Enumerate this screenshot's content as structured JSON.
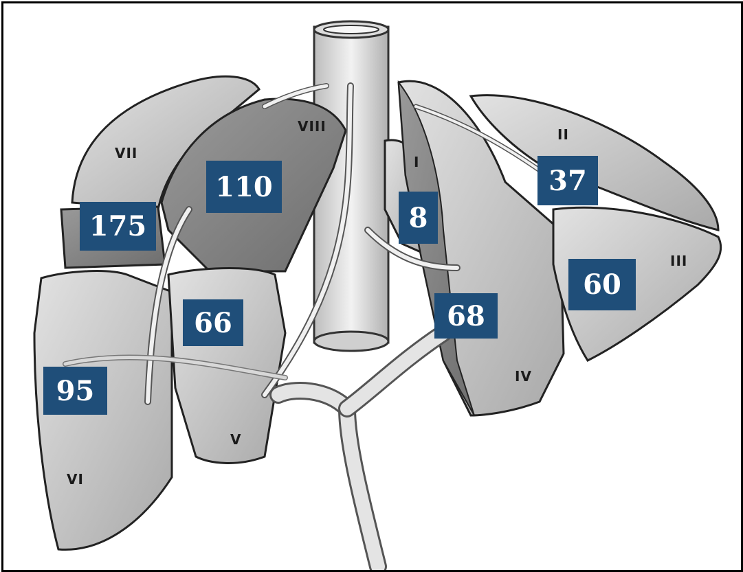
{
  "segments": [
    {
      "id": "I",
      "label": "I"
    },
    {
      "id": "II",
      "label": "II"
    },
    {
      "id": "III",
      "label": "III"
    },
    {
      "id": "IV",
      "label": "IV"
    },
    {
      "id": "V",
      "label": "V"
    },
    {
      "id": "VI",
      "label": "VI"
    },
    {
      "id": "VII",
      "label": "VII"
    },
    {
      "id": "VIII",
      "label": "VIII"
    }
  ],
  "counts": {
    "seg_VII": "175",
    "seg_VIII": "110",
    "seg_I": "8",
    "seg_II": "37",
    "seg_III": "60",
    "seg_IV": "68",
    "seg_V": "66",
    "seg_VI": "95"
  },
  "colors": {
    "box_fill": "#1f4e79",
    "box_text": "#ffffff",
    "liver_light": "#c9c9c9",
    "liver_dark": "#8a8a8a"
  }
}
